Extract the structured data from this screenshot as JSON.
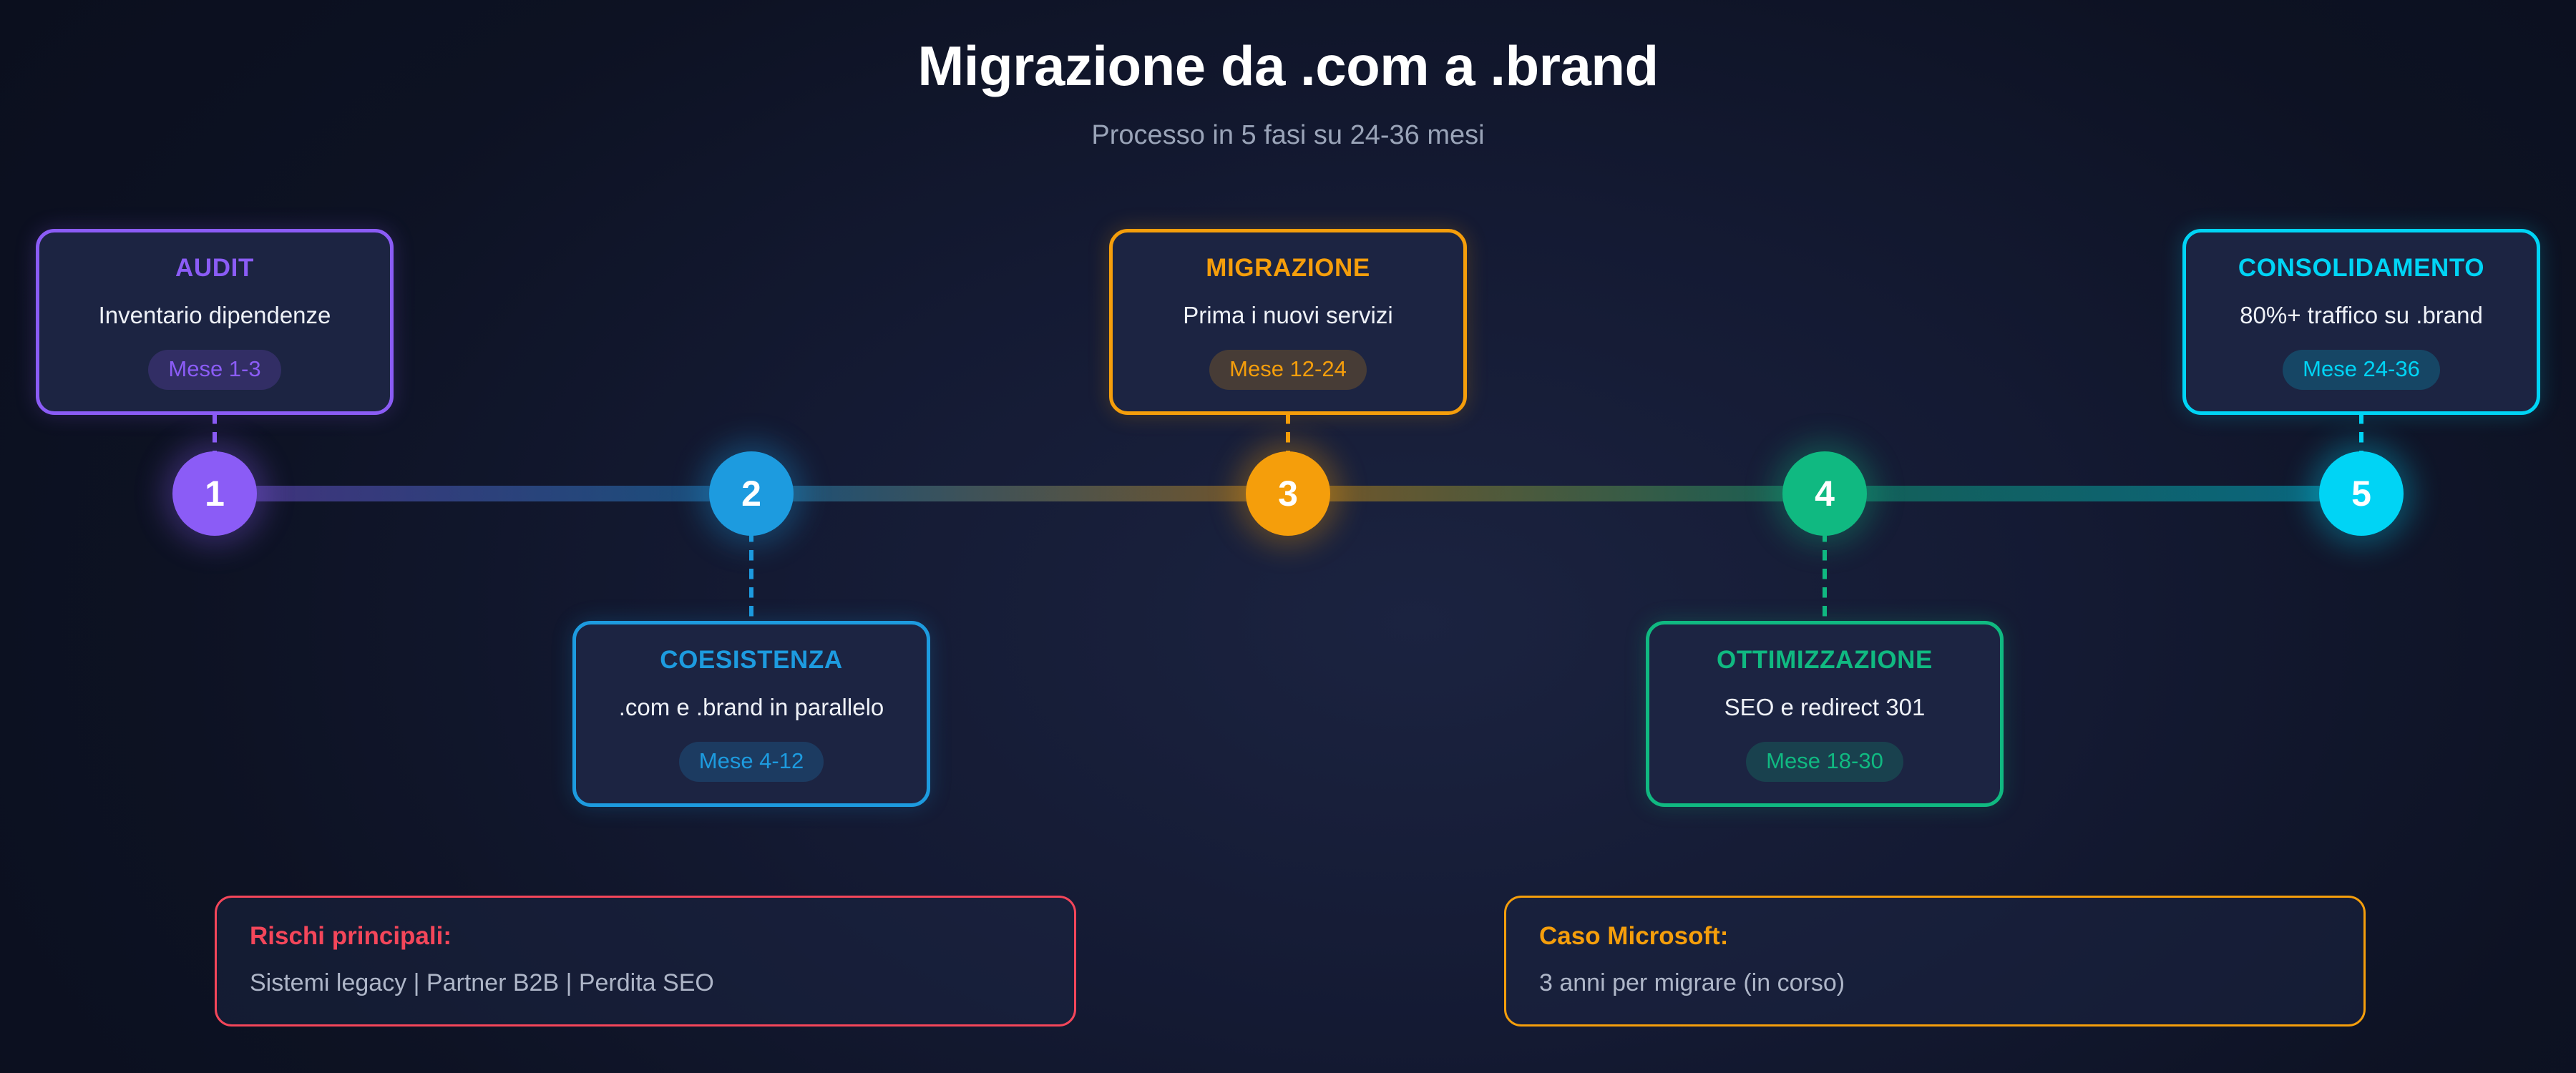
{
  "header": {
    "title": "Migrazione da .com a .brand",
    "subtitle": "Processo in 5 fasi su 24-36 mesi"
  },
  "colors": {
    "background": "#0b0f1e",
    "card_fill": "#1c2442",
    "text_primary": "#ffffff",
    "text_secondary": "#9aa4b8"
  },
  "timeline": {
    "gradient": [
      "#8b5cf6",
      "#1d9bdf",
      "#f59e0b",
      "#10b981",
      "#00d4f5"
    ],
    "nodes": [
      {
        "number": "1",
        "color": "#8b5cf6"
      },
      {
        "number": "2",
        "color": "#1d9bdf"
      },
      {
        "number": "3",
        "color": "#f59e0b"
      },
      {
        "number": "4",
        "color": "#10b981"
      },
      {
        "number": "5",
        "color": "#00d4f5"
      }
    ]
  },
  "phases": [
    {
      "number": "1",
      "title": "AUDIT",
      "description": "Inventario dipendenze",
      "badge": "Mese 1-3",
      "color": "#8b5cf6",
      "position": "above"
    },
    {
      "number": "2",
      "title": "COESISTENZA",
      "description": ".com e .brand in parallelo",
      "badge": "Mese 4-12",
      "color": "#1d9bdf",
      "position": "below"
    },
    {
      "number": "3",
      "title": "MIGRAZIONE",
      "description": "Prima i nuovi servizi",
      "badge": "Mese 12-24",
      "color": "#f59e0b",
      "position": "above"
    },
    {
      "number": "4",
      "title": "OTTIMIZZAZIONE",
      "description": "SEO e redirect 301",
      "badge": "Mese 18-30",
      "color": "#10b981",
      "position": "below"
    },
    {
      "number": "5",
      "title": "CONSOLIDAMENTO",
      "description": "80%+ traffico su .brand",
      "badge": "Mese 24-36",
      "color": "#00d4f5",
      "position": "above"
    }
  ],
  "notes": [
    {
      "title": "Rischi principali:",
      "body": "Sistemi legacy | Partner B2B | Perdita SEO",
      "color": "#f4465a"
    },
    {
      "title": "Caso Microsoft:",
      "body": "3 anni per migrare (in corso)",
      "color": "#f59e0b"
    }
  ]
}
